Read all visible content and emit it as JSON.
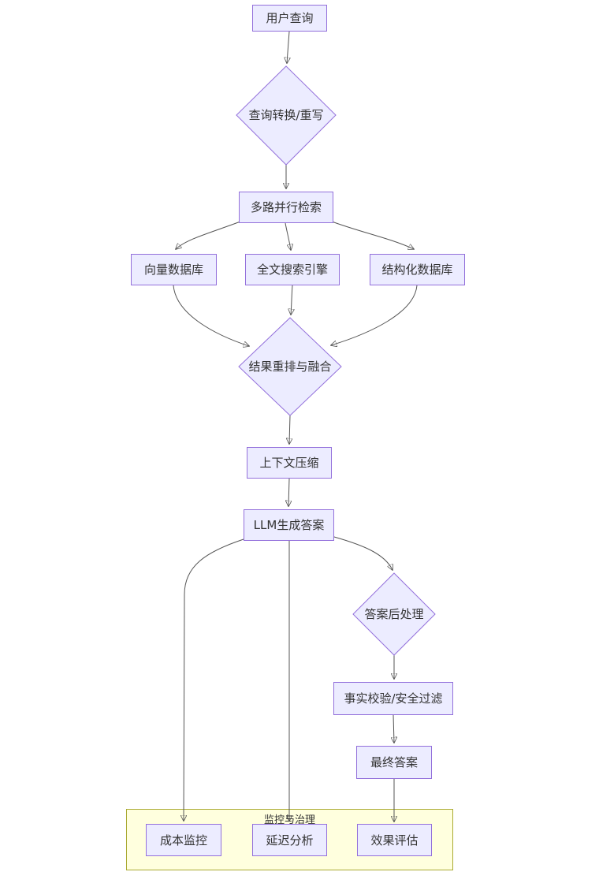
{
  "diagram": {
    "type": "flowchart",
    "direction": "top-down",
    "nodes": {
      "user_query": {
        "label": "用户查询",
        "shape": "rect"
      },
      "query_rewrite": {
        "label": "查询转换/重写",
        "shape": "diamond"
      },
      "multi_retrieval": {
        "label": "多路并行检索",
        "shape": "rect"
      },
      "vector_db": {
        "label": "向量数据库",
        "shape": "rect"
      },
      "fulltext_search": {
        "label": "全文搜索引擎",
        "shape": "rect"
      },
      "structured_db": {
        "label": "结构化数据库",
        "shape": "rect"
      },
      "rerank_fusion": {
        "label": "结果重排与融合",
        "shape": "diamond"
      },
      "context_compress": {
        "label": "上下文压缩",
        "shape": "rect"
      },
      "llm_generate": {
        "label": "LLM生成答案",
        "shape": "rect"
      },
      "post_process": {
        "label": "答案后处理",
        "shape": "diamond"
      },
      "fact_check": {
        "label": "事实校验/安全过滤",
        "shape": "rect"
      },
      "final_answer": {
        "label": "最终答案",
        "shape": "rect"
      },
      "cost_monitor": {
        "label": "成本监控",
        "shape": "rect"
      },
      "latency_analysis": {
        "label": "延迟分析",
        "shape": "rect"
      },
      "effect_eval": {
        "label": "效果评估",
        "shape": "rect"
      }
    },
    "subgraph": {
      "label": "监控与治理",
      "children": [
        "cost_monitor",
        "latency_analysis",
        "effect_eval"
      ]
    },
    "edges": [
      {
        "from": "user_query",
        "to": "query_rewrite"
      },
      {
        "from": "query_rewrite",
        "to": "multi_retrieval"
      },
      {
        "from": "multi_retrieval",
        "to": "vector_db"
      },
      {
        "from": "multi_retrieval",
        "to": "fulltext_search"
      },
      {
        "from": "multi_retrieval",
        "to": "structured_db"
      },
      {
        "from": "vector_db",
        "to": "rerank_fusion"
      },
      {
        "from": "fulltext_search",
        "to": "rerank_fusion"
      },
      {
        "from": "structured_db",
        "to": "rerank_fusion"
      },
      {
        "from": "rerank_fusion",
        "to": "context_compress"
      },
      {
        "from": "context_compress",
        "to": "llm_generate"
      },
      {
        "from": "llm_generate",
        "to": "post_process"
      },
      {
        "from": "llm_generate",
        "to": "cost_monitor"
      },
      {
        "from": "llm_generate",
        "to": "latency_analysis"
      },
      {
        "from": "post_process",
        "to": "fact_check"
      },
      {
        "from": "fact_check",
        "to": "final_answer"
      },
      {
        "from": "final_answer",
        "to": "effect_eval"
      }
    ],
    "colors": {
      "node_fill": "#ECECFF",
      "node_border": "#9370DB",
      "subgraph_fill": "#FFFFDE",
      "subgraph_border": "#AAAA33",
      "edge_line": "#555555",
      "arrowhead": "#333333",
      "text": "#333333",
      "background": "#FFFFFF"
    }
  }
}
